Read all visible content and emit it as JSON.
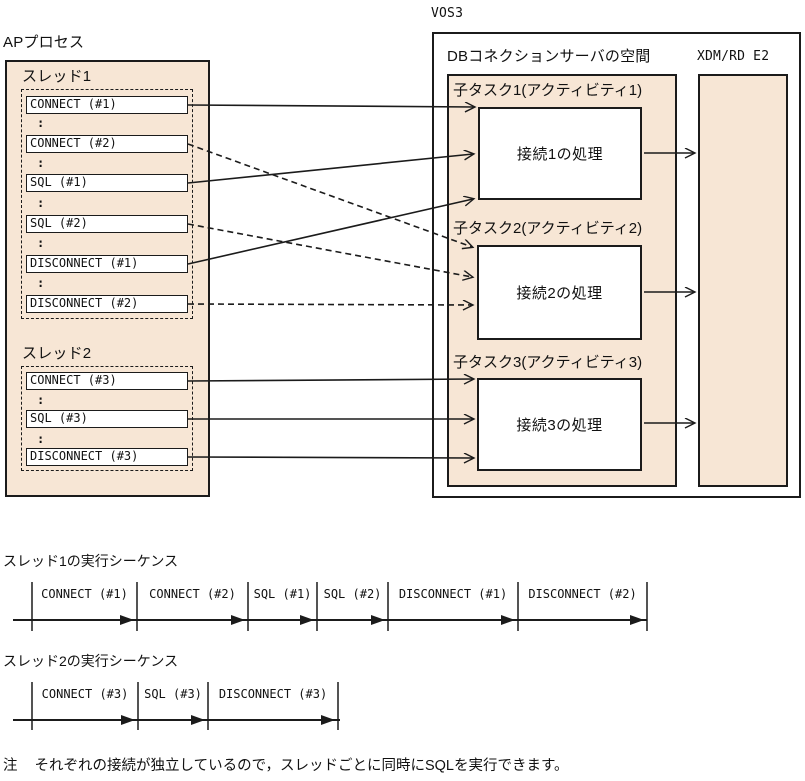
{
  "diagram": {
    "ap": {
      "label": "APプロセス",
      "colon": ":",
      "threads": [
        {
          "label": "スレッド1",
          "items": [
            "CONNECT (#1)",
            "CONNECT (#2)",
            "SQL (#1)",
            "SQL (#2)",
            "DISCONNECT (#1)",
            "DISCONNECT (#2)"
          ]
        },
        {
          "label": "スレッド2",
          "items": [
            "CONNECT (#3)",
            "SQL (#3)",
            "DISCONNECT (#3)"
          ]
        }
      ]
    },
    "vos3": {
      "label": "VOS3",
      "db_space": {
        "label": "DBコネクションサーバの空間",
        "tasks": [
          {
            "label": "子タスク1(アクティビティ1)",
            "process": "接続1の処理"
          },
          {
            "label": "子タスク2(アクティビティ2)",
            "process": "接続2の処理"
          },
          {
            "label": "子タスク3(アクティビティ3)",
            "process": "接続3の処理"
          }
        ]
      },
      "xdm": {
        "label": "XDM/RD E2"
      }
    }
  },
  "sequences": [
    {
      "title": "スレッド1の実行シーケンス",
      "segments": [
        "CONNECT (#1)",
        "CONNECT (#2)",
        "SQL (#1)",
        "SQL (#2)",
        "DISCONNECT (#1)",
        "DISCONNECT (#2)"
      ]
    },
    {
      "title": "スレッド2の実行シーケンス",
      "segments": [
        "CONNECT (#3)",
        "SQL (#3)",
        "DISCONNECT (#3)"
      ]
    }
  ],
  "note": {
    "prefix": "注",
    "text": "それぞれの接続が独立しているので，スレッドごとに同時にSQLを実行できます。"
  },
  "colors": {
    "beige": "#f7e6d5",
    "line": "#1b1b1b",
    "background": "#ffffff"
  }
}
